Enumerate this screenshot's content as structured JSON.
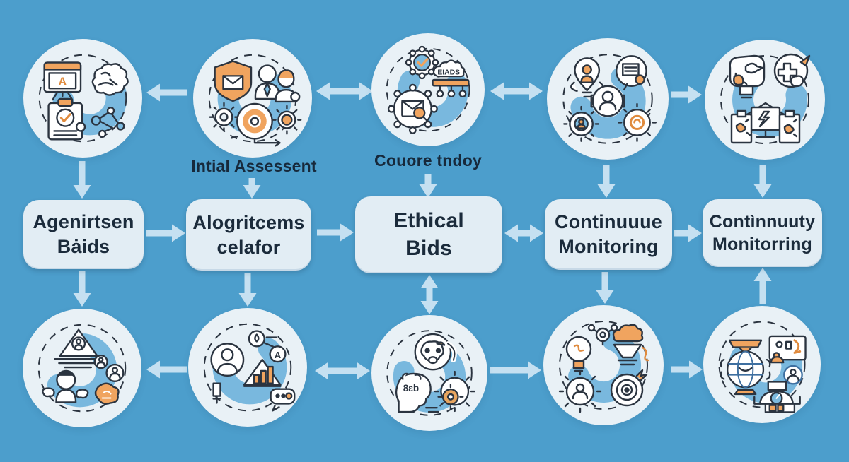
{
  "diagram": {
    "type": "ai-bias-ethics-flow-infographic",
    "palette": {
      "background": "#4C9ECC",
      "node_fill": "#E9F1F6",
      "node_blob": "#79B8DE",
      "box_fill": "#E2EDF4",
      "arrow": "#C5E0F1",
      "text_dark": "#1B2B3B",
      "outline": "#2B3440",
      "accent_orange": "#F0A45F",
      "accent_blue": "#7CBADF"
    }
  },
  "captions": {
    "initial": "Intial Assessent",
    "core": "Couore tndoy"
  },
  "boxes": [
    {
      "line1": "Agenirtsen",
      "line2": "Bȧids"
    },
    {
      "line1": "Alogritcems",
      "line2": "celafor"
    },
    {
      "line1": "Ethical",
      "line2": "Bids"
    },
    {
      "line1": "Continuuue",
      "line2": "Monitoring"
    },
    {
      "line1": "Contìnnuuty",
      "line2": "Monitorring"
    }
  ],
  "top_circles": [
    {
      "icons": [
        "presentation-board-icon",
        "brain-icon",
        "checklist-gear-icon",
        "network-nodes-icon"
      ]
    },
    {
      "icons": [
        "shield-envelope-icon",
        "business-person-icon",
        "worker-person-icon",
        "gear-icon",
        "target-rings-icon",
        "orange-gear-icon"
      ]
    },
    {
      "cloud_label": "EIADS",
      "icons": [
        "gear-check-icon",
        "cloud-label-icon",
        "cog-envelope-magnifier-icon",
        "hanging-bulbs-icon"
      ]
    },
    {
      "icons": [
        "person-pin-lightbulb-icon",
        "document-bubble-icon",
        "operator-medallion-icon",
        "gear-person-icon",
        "gear-swirl-icon"
      ]
    },
    {
      "icons": [
        "bulb-head-bird-icon",
        "puzzle-rocket-circle-icon",
        "monitor-alert-icon",
        "clipboard-map-icon",
        "clipboard-chart-icon"
      ]
    }
  ],
  "bottom_circles": [
    {
      "icons": [
        "mountain-person-icon",
        "user-badge-icon",
        "juggler-person-icon",
        "map-blob-icon"
      ]
    },
    {
      "icons": [
        "avatar-icon",
        "droplet-badge-icon",
        "letter-a-badge-icon",
        "bar-chart-mountain-icon",
        "toggle-bubble-icon"
      ]
    },
    {
      "icons": [
        "surprised-face-icon",
        "profile-head-icon",
        "double-gear-icon"
      ]
    },
    {
      "icons": [
        "lightbulb-icon",
        "molecule-icon",
        "cloud-funnel-icon",
        "gear-user-icon",
        "dartboard-icon"
      ]
    },
    {
      "icons": [
        "crosshair-globe-icon",
        "banner-ribbon-icon",
        "photo-card-icon",
        "user-circle-icon",
        "machine-gauge-icon"
      ]
    }
  ]
}
